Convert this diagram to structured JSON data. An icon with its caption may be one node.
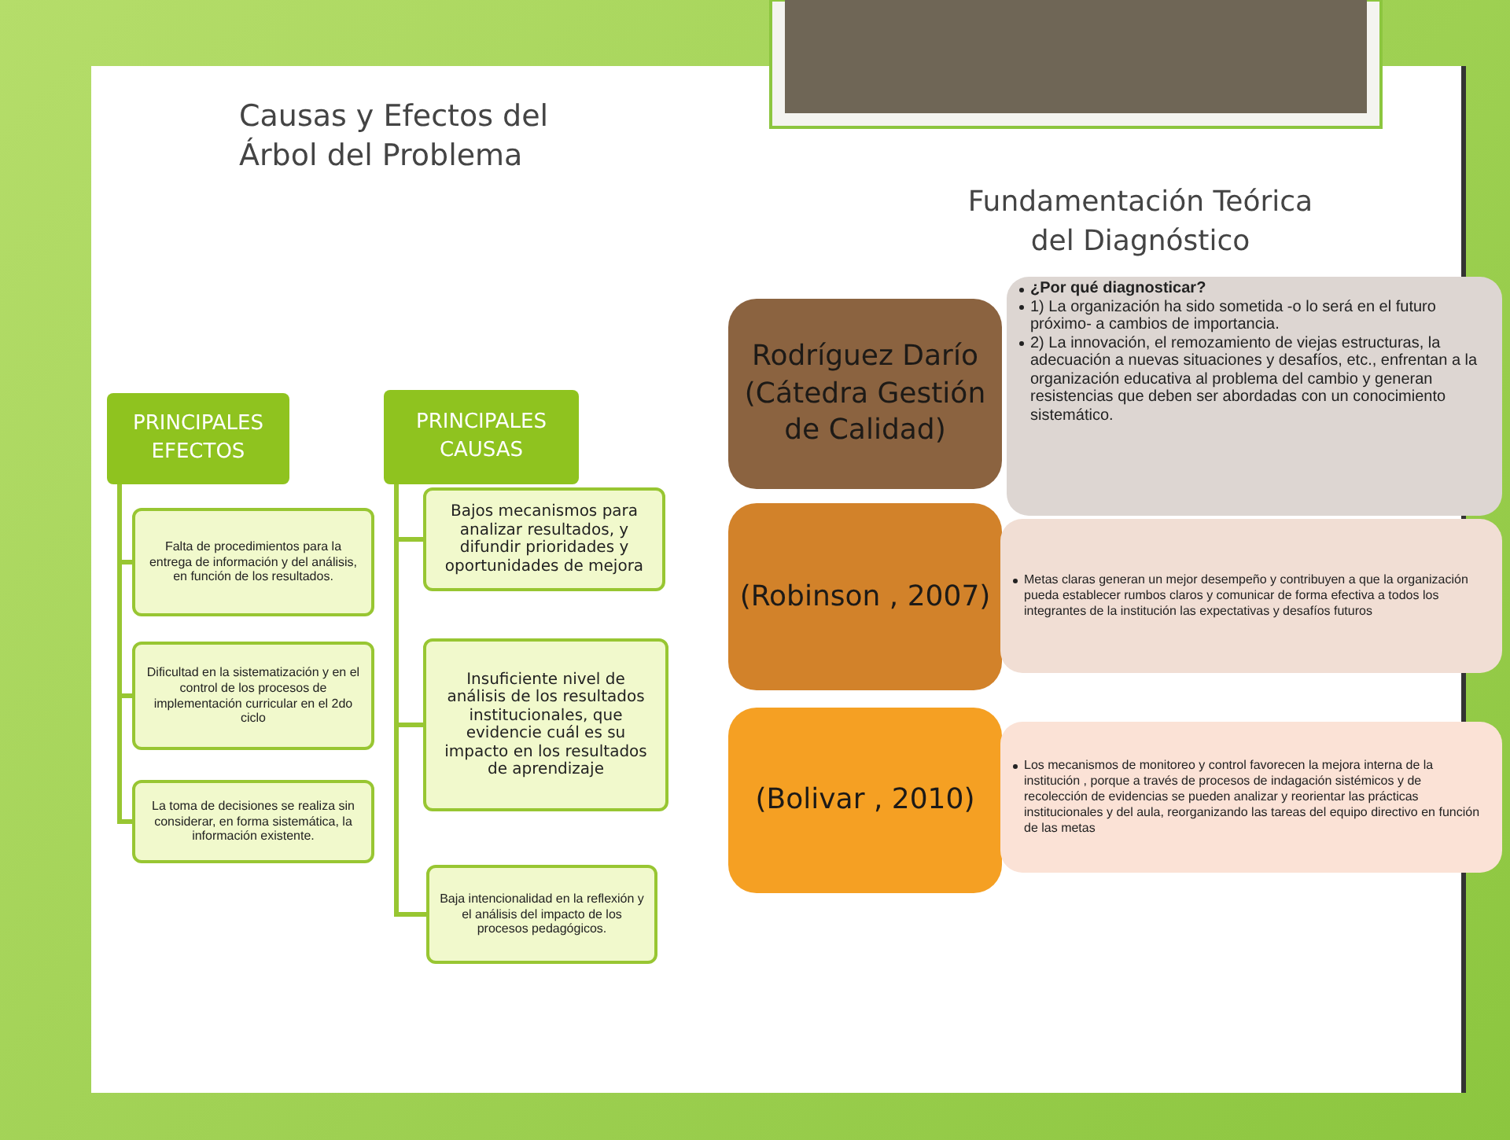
{
  "diagram": {
    "title": "Causas y Efectos del Árbol del Problema",
    "nodes": [
      {
        "text": [
          "PRINCIPALES EFECTOS"
        ]
      },
      {
        "text": [
          "Falta de procedimientos para la entrega de información y del análisis, en función de los resultados."
        ]
      },
      {
        "text": [
          "Dificultad en la sistematización y en el control de los procesos de implementación curricular en el 2do ciclo"
        ]
      },
      {
        "text": [
          "La toma de decisiones se realiza sin considerar, en forma sistemática, la información existente."
        ]
      },
      {
        "text": [
          "PRINCIPALES CAUSAS"
        ]
      },
      {
        "text": [
          "Bajos mecanismos para analizar resultados, y difundir prioridades y oportunidades de mejora"
        ]
      },
      {
        "text": [
          "Insuficiente nivel de análisis de los resultados institucionales, que evidencie cuál es su impacto en los resultados de aprendizaje"
        ]
      },
      {
        "text": [
          "Baja intencionalidad en la reflexión y el análisis del impacto de los procesos pedagógicos."
        ]
      },
      {
        "text": [
          "Rodríguez Darío (Cátedra Gestión de Calidad)"
        ]
      },
      {
        "text": [
          "¿Por qué diagnosticar?",
          "1) La organización ha sido sometida -o lo será en el futuro próximo- a cambios de importancia.",
          "2) La innovación, el remozamiento de viejas estructuras, la adecuación a nuevas situaciones y desafíos, etc., enfrentan a la organización educativa al problema del cambio y generan resistencias que deben ser abordadas con un conocimiento sistemático."
        ]
      },
      {
        "text": [
          "(Robinson , 2007)"
        ]
      },
      {
        "text": [
          "Metas claras generan un mejor desempeño y contribuyen a que la organización pueda establecer rumbos claros y comunicar de forma efectiva a todos los integrantes de la institución las expectativas y desafíos futuros"
        ]
      },
      {
        "text": [
          "(Bolivar , 2010)"
        ]
      },
      {
        "text": [
          "Los mecanismos de monitoreo y control favorecen la mejora interna de la institución , porque a través de procesos de indagación sistémicos y de recolección de evidencias se pueden analizar y reorientar las prácticas institucionales y del aula, reorganizando las tareas del equipo directivo en función de las metas"
        ]
      }
    ],
    "edges": [
      {
        "from": 0,
        "to": 1,
        "arrow": "none"
      },
      {
        "from": 0,
        "to": 2,
        "arrow": "none"
      },
      {
        "from": 0,
        "to": 3,
        "arrow": "none"
      },
      {
        "from": 4,
        "to": 5,
        "arrow": "none"
      },
      {
        "from": 4,
        "to": 6,
        "arrow": "none"
      },
      {
        "from": 4,
        "to": 7,
        "arrow": "none"
      }
    ],
    "labels": [
      "Fundamentación Teórica del Diagnóstico"
    ]
  }
}
